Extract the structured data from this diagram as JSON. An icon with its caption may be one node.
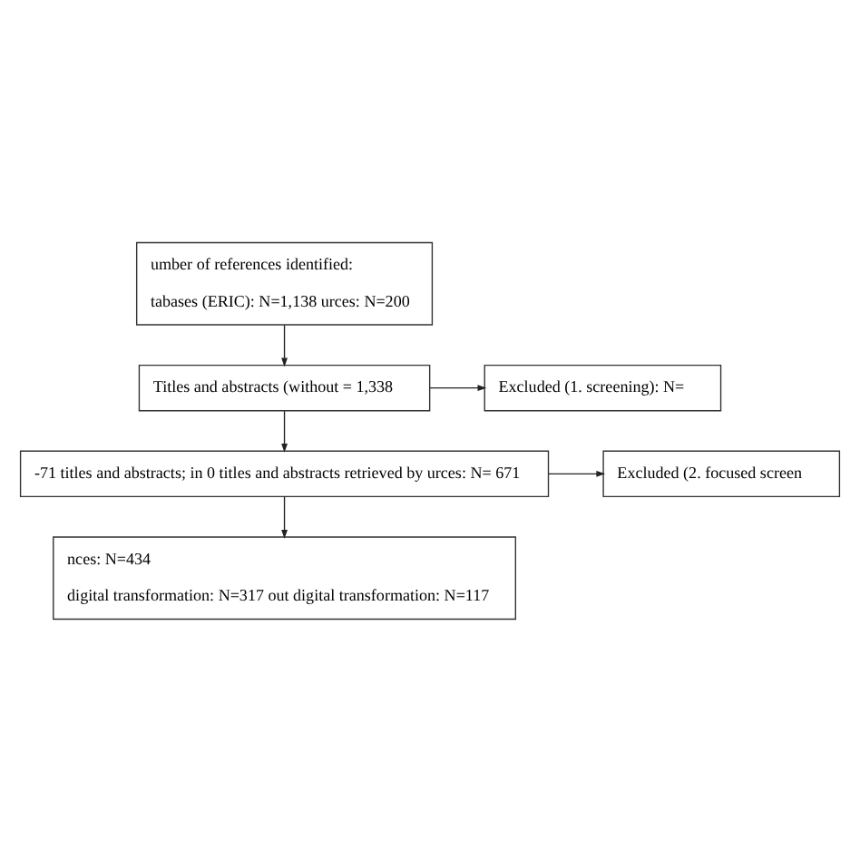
{
  "diagram": {
    "nodes": [
      {
        "text": [
          "umber of references identified:",
          "tabases (ERIC): N=1,138 urces: N=200"
        ]
      },
      {
        "text": [
          "Titles and abstracts (without = 1,338"
        ]
      },
      {
        "text": [
          "Excluded (1. screening): N="
        ]
      },
      {
        "text": [
          "-71 titles and abstracts; in 0 titles and abstracts retrieved by urces: N= 671"
        ]
      },
      {
        "text": [
          "Excluded (2. focused screen"
        ]
      },
      {
        "text": [
          "nces: N=434",
          "digital transformation: N=317 out digital transformation: N=117"
        ]
      }
    ],
    "edges": [
      {
        "from": 0,
        "to": 1,
        "arrow": "to"
      },
      {
        "from": 1,
        "to": 2,
        "arrow": "to"
      },
      {
        "from": 1,
        "to": 3,
        "arrow": "to"
      },
      {
        "from": 3,
        "to": 4,
        "arrow": "to"
      },
      {
        "from": 3,
        "to": 5,
        "arrow": "to"
      }
    ]
  }
}
